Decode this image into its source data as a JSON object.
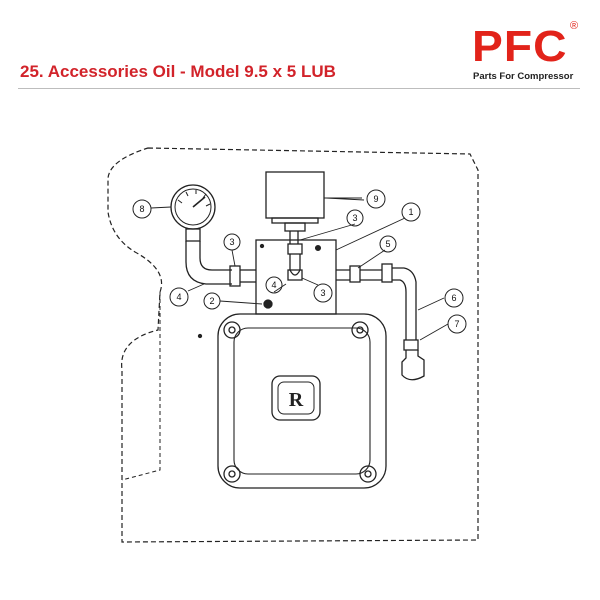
{
  "header": {
    "title": "25. Accessories Oil - Model 9.5 x 5 LUB"
  },
  "brand": {
    "logo_text": "PFC",
    "registered_mark": "®",
    "tagline": "Parts For Compressor",
    "color": "#e2231a",
    "title_color": "#d2232a"
  },
  "diagram": {
    "callouts": [
      "8",
      "9",
      "3",
      "1",
      "3",
      "5",
      "4",
      "3",
      "4",
      "2",
      "6",
      "7"
    ],
    "emblem_letter": "R"
  }
}
